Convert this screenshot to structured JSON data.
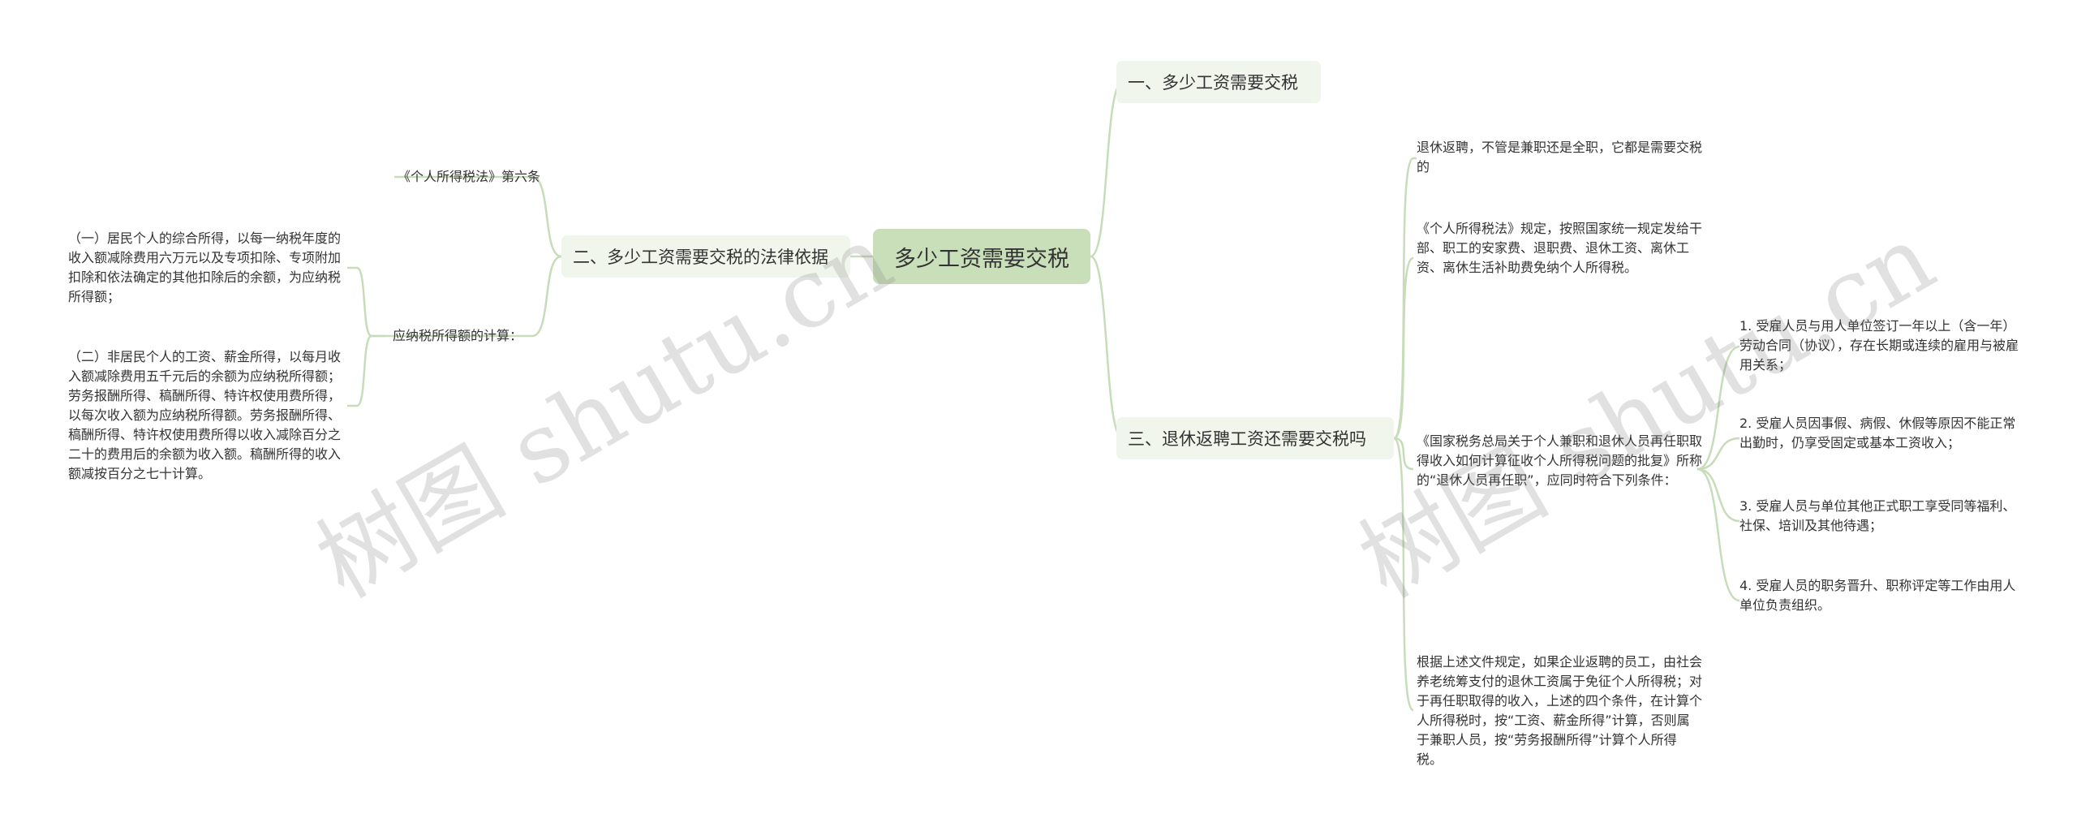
{
  "root": {
    "label": "多少工资需要交税"
  },
  "branches": {
    "b1": {
      "label": "一、多少工资需要交税"
    },
    "b2": {
      "label": "二、多少工资需要交税的法律依据"
    },
    "b3": {
      "label": "三、退休返聘工资还需要交税吗"
    }
  },
  "left": {
    "law_ref": "《个人所得税法》第六条",
    "calc_label": "应纳税所得额的计算：",
    "item1": "（一）居民个人的综合所得，以每一纳税年度的收入额减除费用六万元以及专项扣除、专项附加扣除和依法确定的其他扣除后的余额，为应纳税所得额；",
    "item2": "（二）非居民个人的工资、薪金所得，以每月收入额减除费用五千元后的余额为应纳税所得额；劳务报酬所得、稿酬所得、特许权使用费所得，以每次收入额为应纳税所得额。劳务报酬所得、稿酬所得、特许权使用费所得以收入减除百分之二十的费用后的余额为收入额。稿酬所得的收入额减按百分之七十计算。"
  },
  "right": {
    "t1": "退休返聘，不管是兼职还是全职，它都是需要交税的",
    "t2": "《个人所得税法》规定，按照国家统一规定发给干部、职工的安家费、退职费、退休工资、离休工资、离休生活补助费免纳个人所得税。",
    "t3": "《国家税务总局关于个人兼职和退休人员再任职取得收入如何计算征收个人所得税问题的批复》所称的“退休人员再任职”，应同时符合下列条件：",
    "t4": "根据上述文件规定，如果企业返聘的员工，由社会养老统筹支付的退休工资属于免征个人所得税；对于再任职取得的收入，上述的四个条件，在计算个人所得税时，按“工资、薪金所得”计算，否则属于兼职人员，按“劳务报酬所得”计算个人所得税。",
    "c1": "1. 受雇人员与用人单位签订一年以上（含一年）劳动合同（协议），存在长期或连续的雇用与被雇用关系；",
    "c2": "2. 受雇人员因事假、病假、休假等原因不能正常出勤时，仍享受固定或基本工资收入；",
    "c3": "3. 受雇人员与单位其他正式职工享受同等福利、社保、培训及其他待遇；",
    "c4": "4. 受雇人员的职务晋升、职称评定等工作由用人单位负责组织。"
  },
  "watermarks": [
    "树图 shutu.cn",
    "树图 shutu.cn"
  ],
  "colors": {
    "root_fill": "#c9dfba",
    "branch_fill": "#f1f6ec",
    "connector": "#c7dcb9",
    "text": "#333333"
  }
}
